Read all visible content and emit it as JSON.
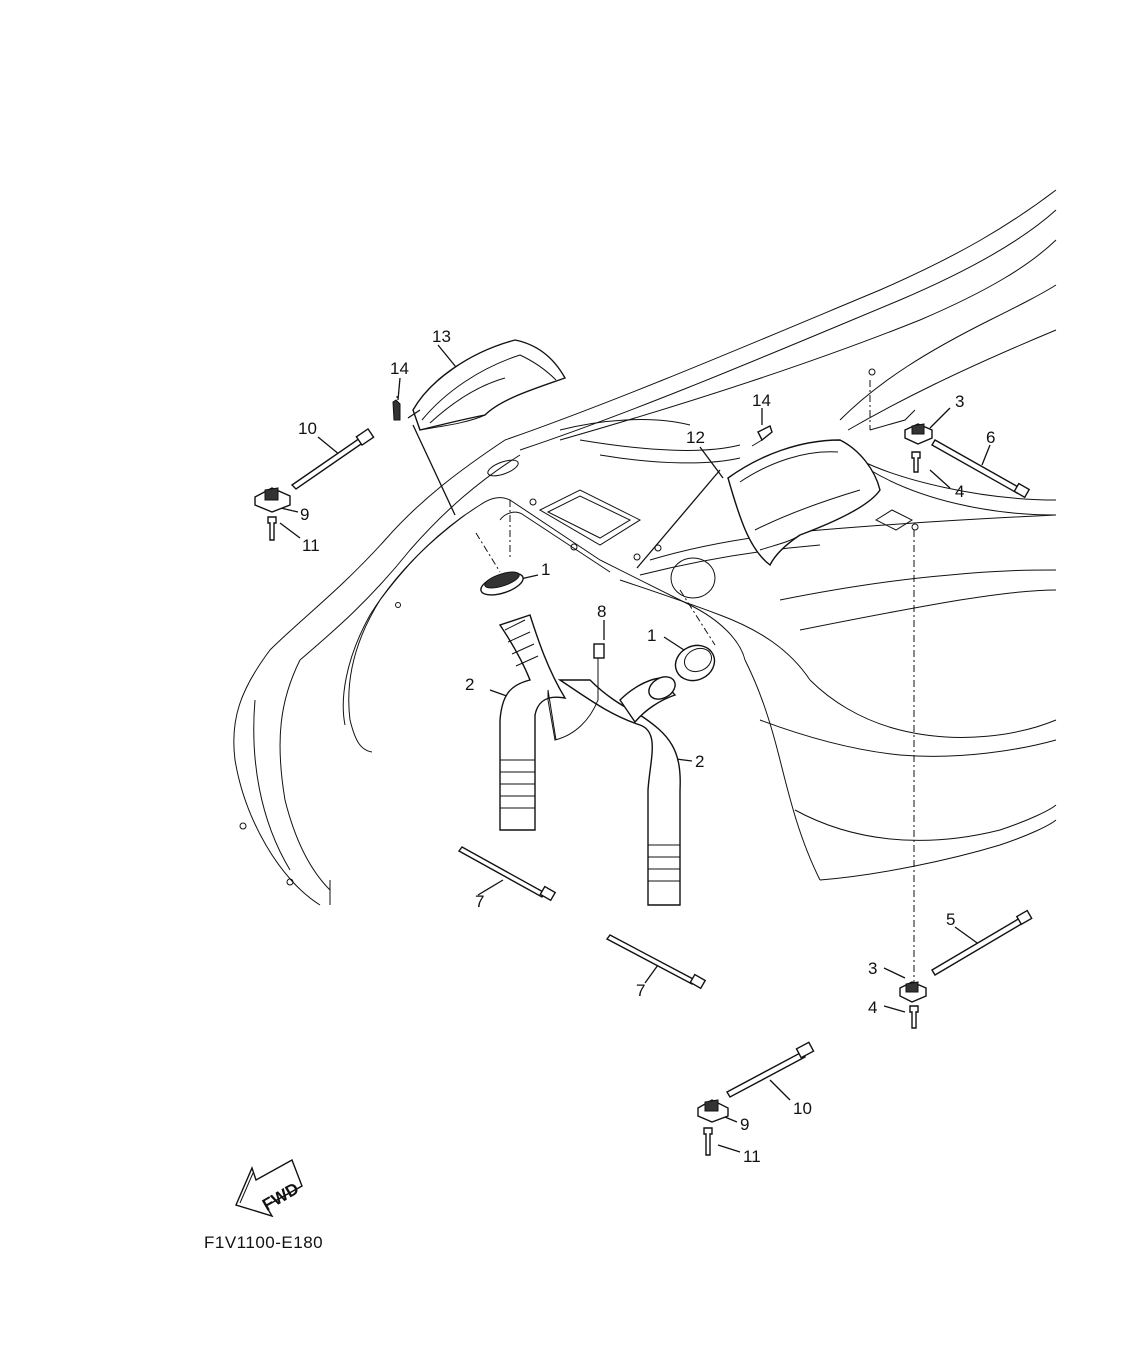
{
  "diagram": {
    "drawing_code": "F1V1100-E180",
    "fwd_label": "FWD",
    "callouts": {
      "c1a": "1",
      "c1b": "1",
      "c2a": "2",
      "c2b": "2",
      "c3a": "3",
      "c3b": "3",
      "c4a": "4",
      "c4b": "4",
      "c5": "5",
      "c6": "6",
      "c7a": "7",
      "c7b": "7",
      "c8": "8",
      "c9a": "9",
      "c9b": "9",
      "c10a": "10",
      "c10b": "10",
      "c11a": "11",
      "c11b": "11",
      "c12": "12",
      "c13": "13",
      "c14a": "14",
      "c14b": "14"
    }
  }
}
